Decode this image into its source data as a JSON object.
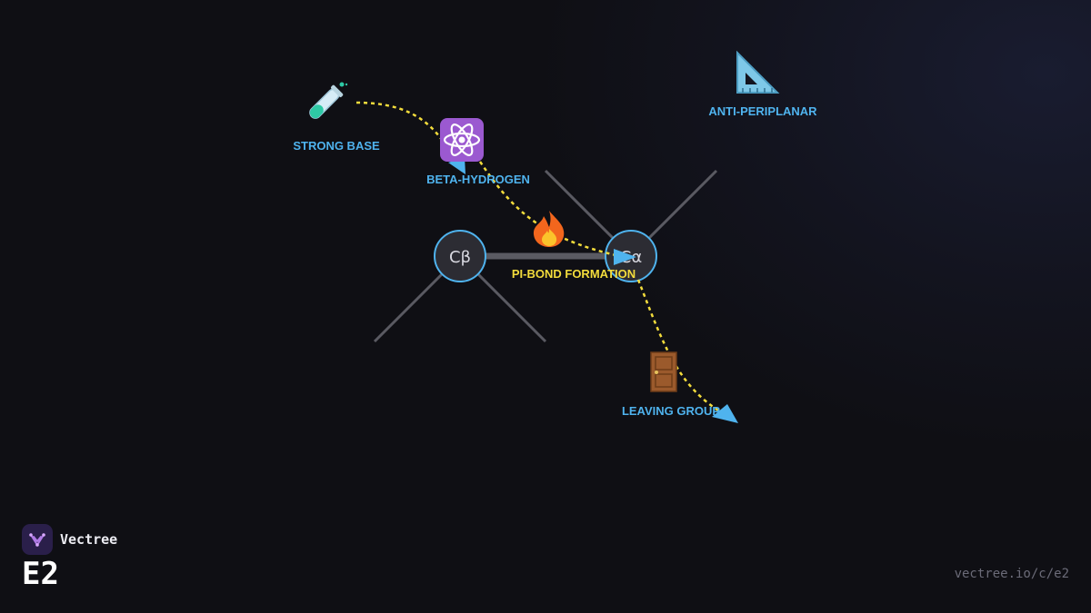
{
  "diagram": {
    "atoms": {
      "beta": "Cβ",
      "alpha": "Cα"
    },
    "labels": {
      "strong_base": "STRONG BASE",
      "beta_hydrogen": "BETA-HYDROGEN",
      "anti_periplanar": "ANTI-PERIPLANAR",
      "pi_bond": "PI-BOND FORMATION",
      "leaving_group": "LEAVING GROUP"
    },
    "icons": {
      "strong_base": "test-tube-icon",
      "beta_hydrogen": "atom-icon",
      "anti_periplanar": "triangle-ruler-icon",
      "pi_bond": "fire-icon",
      "leaving_group": "door-icon"
    },
    "colors": {
      "accent_blue": "#4fb3ee",
      "arrow_yellow": "#f3dc3c",
      "bond_gray": "#5a5a62"
    }
  },
  "branding": {
    "name": "Vectree",
    "code": "E2",
    "url": "vectree.io/c/e2"
  }
}
